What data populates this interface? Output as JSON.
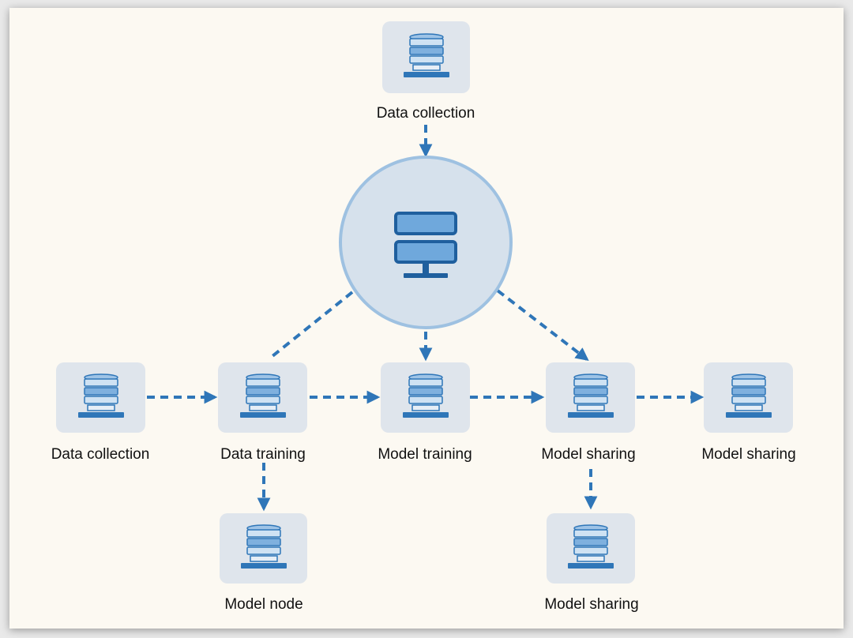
{
  "diagram": {
    "center_node": {
      "icon": "server-monitor-icon"
    },
    "nodes": [
      {
        "id": "top",
        "label": "Data collection",
        "icon": "database-server-icon"
      },
      {
        "id": "row-1",
        "label": "Data collection",
        "icon": "database-server-icon"
      },
      {
        "id": "row-2",
        "label": "Data training",
        "icon": "database-server-icon"
      },
      {
        "id": "row-3",
        "label": "Model training",
        "icon": "database-server-icon"
      },
      {
        "id": "row-4",
        "label": "Model sharing",
        "icon": "database-server-icon"
      },
      {
        "id": "row-5",
        "label": "Model sharing",
        "icon": "database-server-icon"
      },
      {
        "id": "bottom-1",
        "label": "Model node",
        "icon": "database-server-icon"
      },
      {
        "id": "bottom-2",
        "label": "Model sharing",
        "icon": "database-server-icon"
      }
    ],
    "connections": [
      {
        "from": "top",
        "to": "center",
        "style": "dashed-arrow"
      },
      {
        "from": "center",
        "to": "row-2",
        "style": "dashed-line"
      },
      {
        "from": "center",
        "to": "row-3",
        "style": "dashed-arrow"
      },
      {
        "from": "center",
        "to": "row-4",
        "style": "dashed-arrow"
      },
      {
        "from": "row-1",
        "to": "row-2",
        "style": "dashed-arrow"
      },
      {
        "from": "row-2",
        "to": "row-3",
        "style": "dashed-arrow"
      },
      {
        "from": "row-3",
        "to": "row-4",
        "style": "dashed-arrow"
      },
      {
        "from": "row-4",
        "to": "row-5",
        "style": "dashed-arrow"
      },
      {
        "from": "row-2",
        "to": "bottom-1",
        "style": "dashed-arrow"
      },
      {
        "from": "row-4",
        "to": "bottom-2",
        "style": "dashed-arrow"
      }
    ],
    "colors": {
      "background": "#fcf9f2",
      "tile": "#dfe5ec",
      "accent": "#2f76b8",
      "accent_light": "#7fb0de",
      "center_fill": "#d6e1ec",
      "center_stroke": "#9ec1e1",
      "text": "#111111"
    }
  }
}
